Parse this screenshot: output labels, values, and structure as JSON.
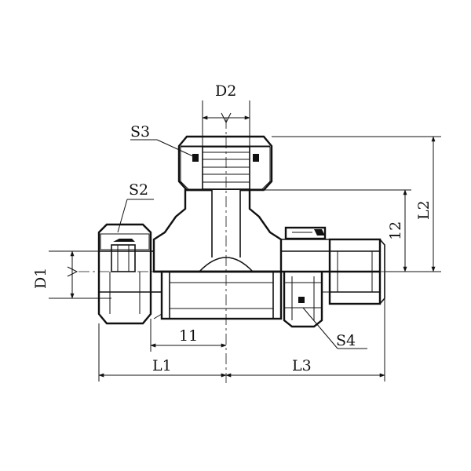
{
  "labels": {
    "D2": "D2",
    "S3": "S3",
    "S2": "S2",
    "L2": "L2",
    "l2": "12",
    "D1": "D1",
    "l1": "11",
    "L1": "L1",
    "L3": "L3",
    "S4": "S4"
  }
}
